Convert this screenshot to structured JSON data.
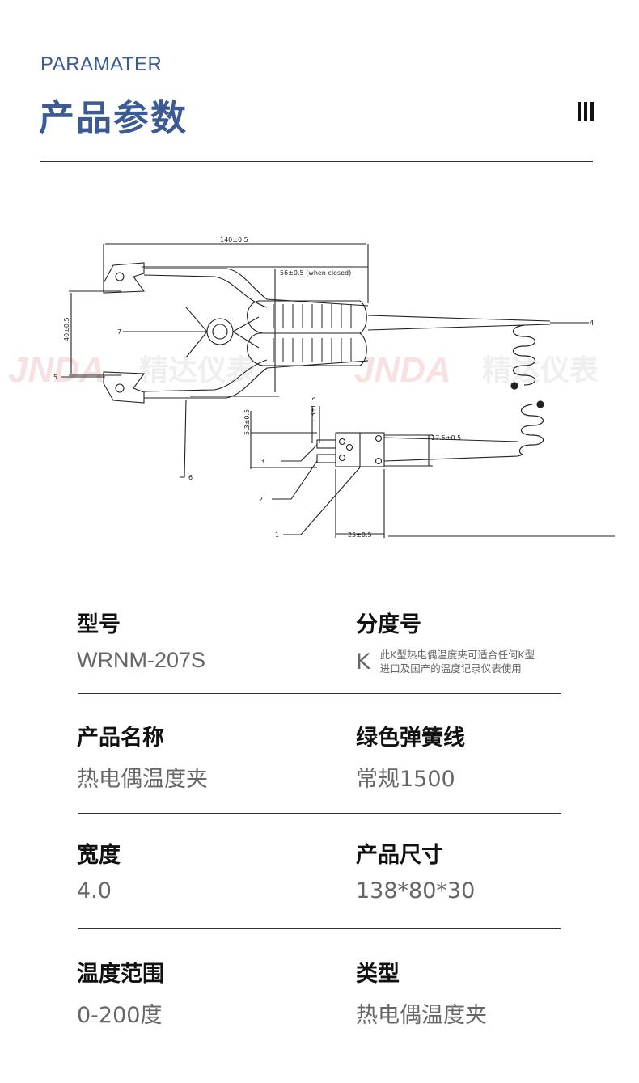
{
  "header": {
    "title_en": "PARAMATER",
    "title_cn": "产品参数"
  },
  "diagram": {
    "watermark_left_en": "JNDA",
    "watermark_left_cn": "精达仪表",
    "watermark_right_en": "JNDA",
    "watermark_right_cn": "精达仪表",
    "dim_length": "140±0.5",
    "dim_opening": "56±0.5 (when closed)",
    "dim_jaw": "40±0.5",
    "dim_pin_gap": "5.3±0.5",
    "dim_pin_len": "11.3±0.5",
    "dim_plug_h": "17.5±0.5",
    "dim_plug_w": "25±0.5",
    "callout_1": "1",
    "callout_2": "2",
    "callout_3": "3",
    "callout_4": "4",
    "callout_5": "5",
    "callout_6": "6",
    "callout_7": "7"
  },
  "params": {
    "model_label": "型号",
    "model_value": "WRNM-207S",
    "graduation_label": "分度号",
    "graduation_value": "K",
    "graduation_note_1": "此K型热电偶温度夹可适合任何K型",
    "graduation_note_2": "进口及国产的温度记录仪表使用",
    "name_label": "产品名称",
    "name_value": "热电偶温度夹",
    "spring_label": "绿色弹簧线",
    "spring_value": "常规1500",
    "width_label": "宽度",
    "width_value": "4.0",
    "size_label": "产品尺寸",
    "size_value": "138*80*30",
    "temp_label": "温度范围",
    "temp_value": "0-200度",
    "type_label": "类型",
    "type_value": "热电偶温度夹"
  }
}
